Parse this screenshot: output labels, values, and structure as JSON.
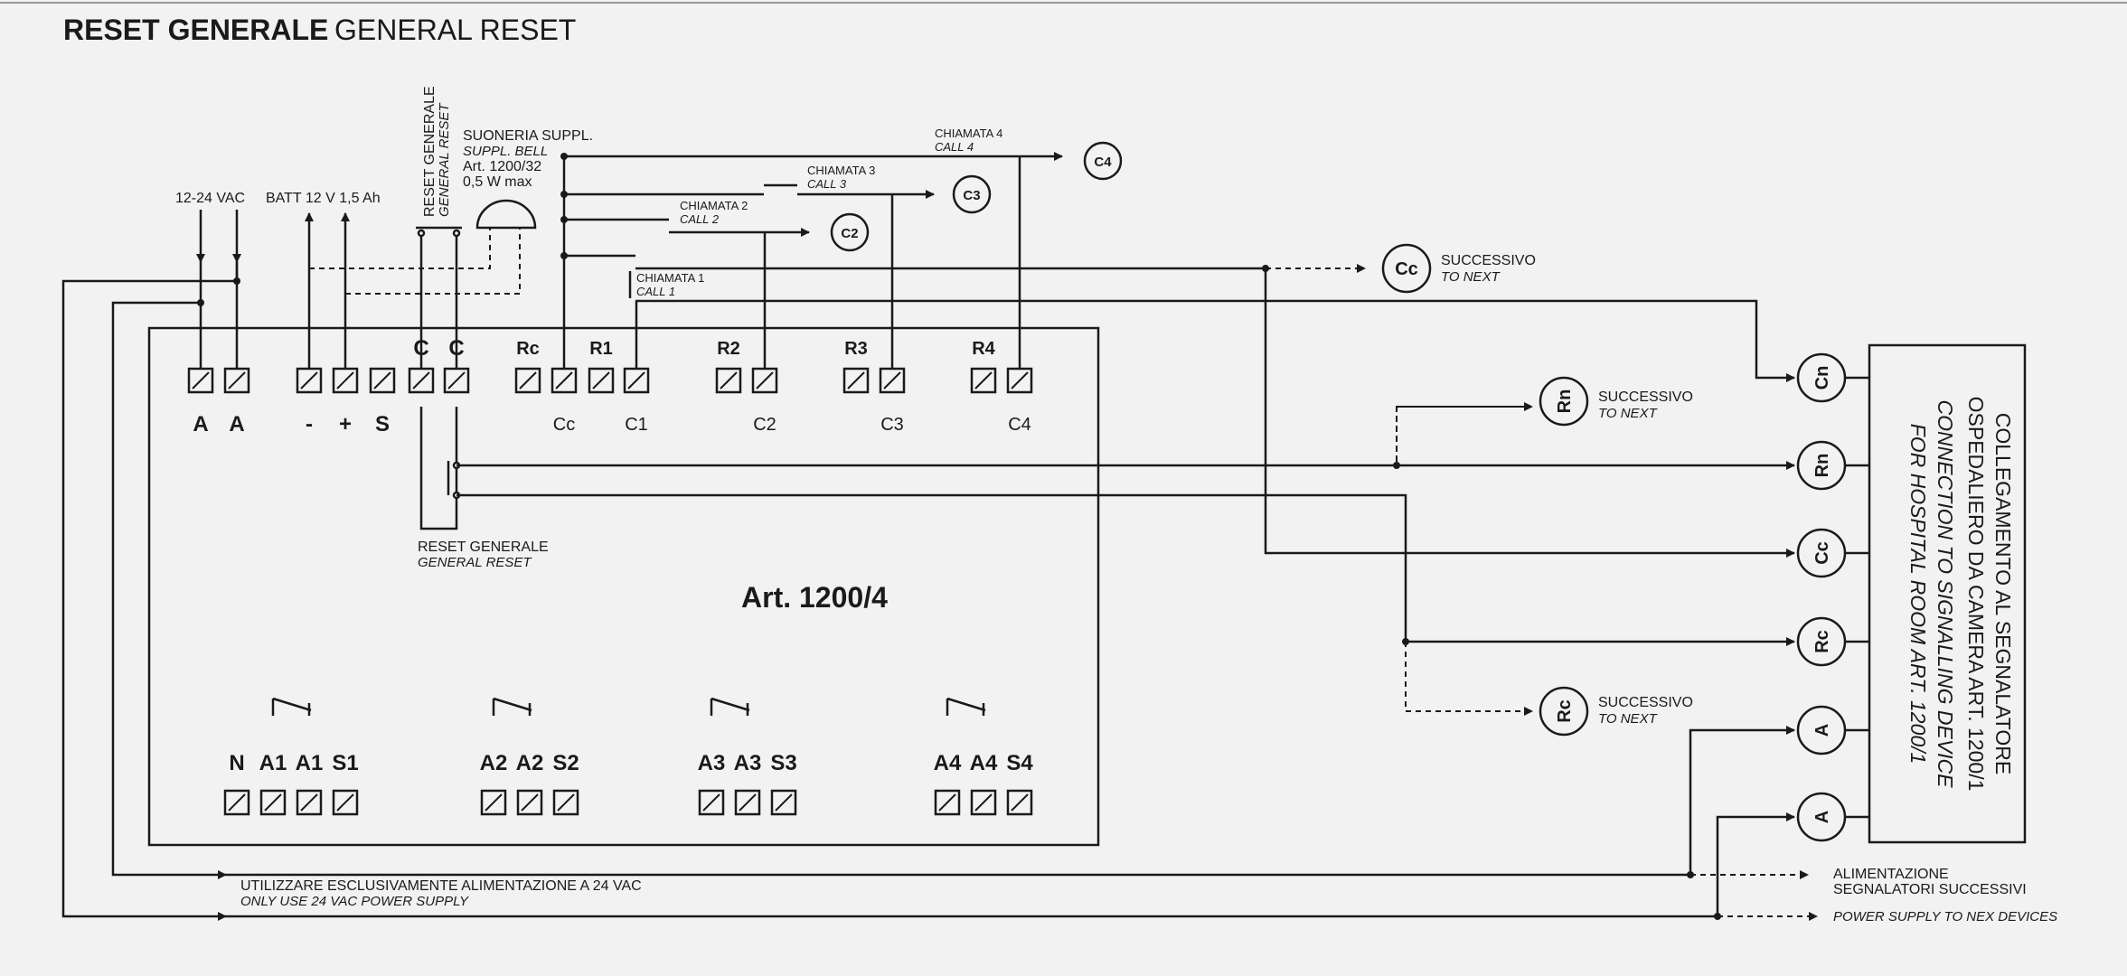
{
  "title": {
    "main": "RESET GENERALE",
    "sub": "GENERAL RESET"
  },
  "supply": {
    "vac": "12-24 VAC",
    "batt": "BATT 12 V 1,5 Ah"
  },
  "reset_top": {
    "it": "RESET GENERALE",
    "en": "GENERAL RESET"
  },
  "bell": {
    "l1": "SUONERIA SUPPL.",
    "l2": "SUPPL. BELL",
    "l3": "Art. 1200/32",
    "l4": "0,5 W max"
  },
  "calls": [
    {
      "it": "CHIAMATA 1",
      "en": "CALL 1"
    },
    {
      "it": "CHIAMATA 2",
      "en": "CALL 2"
    },
    {
      "it": "CHIAMATA 3",
      "en": "CALL 3"
    },
    {
      "it": "CHIAMATA 4",
      "en": "CALL 4"
    }
  ],
  "call_outputs": [
    "C2",
    "C3",
    "C4"
  ],
  "next_labels": {
    "it": "SUCCESSIVO",
    "en": "TO NEXT"
  },
  "next_nodes": [
    "Cc",
    "Rn",
    "Rc"
  ],
  "top_terminal_labels": [
    "C",
    "C",
    "Rc",
    "R1",
    "R2",
    "R3",
    "R4"
  ],
  "bottom_terminal_labels": [
    "A",
    "A",
    "-",
    "+",
    "S",
    "Cc",
    "C1",
    "C2",
    "C3",
    "C4"
  ],
  "reset_bottom": {
    "it": "RESET GENERALE",
    "en": "GENERAL RESET"
  },
  "device_name": "Art. 1200/4",
  "relay_groups": [
    [
      "N",
      "A1",
      "A1",
      "S1"
    ],
    [
      "A2",
      "A2",
      "S2"
    ],
    [
      "A3",
      "A3",
      "S3"
    ],
    [
      "A4",
      "A4",
      "S4"
    ]
  ],
  "right_nodes": [
    "Cn",
    "Rn",
    "Cc",
    "Rc",
    "A",
    "A"
  ],
  "signal_device": {
    "l1": "COLLEGAMENTO AL SEGNALATORE",
    "l2": "OSPEDALIERO DA CAMERA ART. 1200/1",
    "l3": "CONNECTION TO SIGNALLING DEVICE",
    "l4": "FOR HOSPITAL ROOM ART. 1200/1"
  },
  "power_note": {
    "it": "UTILIZZARE ESCLUSIVAMENTE ALIMENTAZIONE A 24 VAC",
    "en": "ONLY USE 24 VAC POWER SUPPLY"
  },
  "next_power": {
    "l1": "ALIMENTAZIONE",
    "l2": "SEGNALATORI SUCCESSIVI",
    "l3": "POWER SUPPLY TO NEX DEVICES"
  }
}
